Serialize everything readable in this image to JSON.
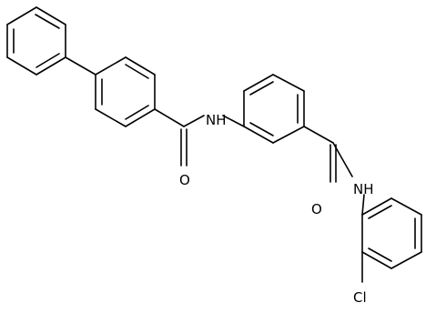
{
  "atom_labels": {
    "amide_nh_1": "NH",
    "carbonyl_o_1": "O",
    "amide_nh_2": "NH",
    "carbonyl_o_2": "O",
    "chlorine": "Cl"
  },
  "colors": {
    "bond": "#000000",
    "text": "#000000",
    "background": "#ffffff"
  }
}
